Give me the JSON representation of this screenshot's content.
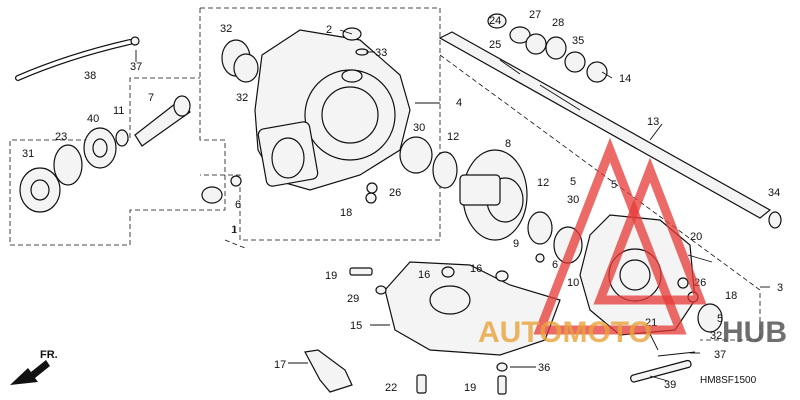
{
  "diagram": {
    "code": "HM8SF1500",
    "front_label": "FR.",
    "part_labels": [
      "1",
      "2",
      "3",
      "4",
      "5",
      "5",
      "5",
      "6",
      "6",
      "7",
      "8",
      "9",
      "10",
      "11",
      "12",
      "12",
      "13",
      "14",
      "15",
      "16",
      "16",
      "17",
      "18",
      "18",
      "19",
      "19",
      "20",
      "21",
      "22",
      "23",
      "24",
      "25",
      "26",
      "26",
      "27",
      "28",
      "29",
      "30",
      "30",
      "31",
      "32",
      "32",
      "32",
      "33",
      "34",
      "35",
      "36",
      "37",
      "37",
      "38",
      "39",
      "40"
    ]
  },
  "watermark": {
    "text_a": "AUTOMOTO",
    "text_b": "HUB",
    "color_a": "#e8a33a",
    "color_b": "#555555",
    "triangle_color": "#e53935"
  }
}
